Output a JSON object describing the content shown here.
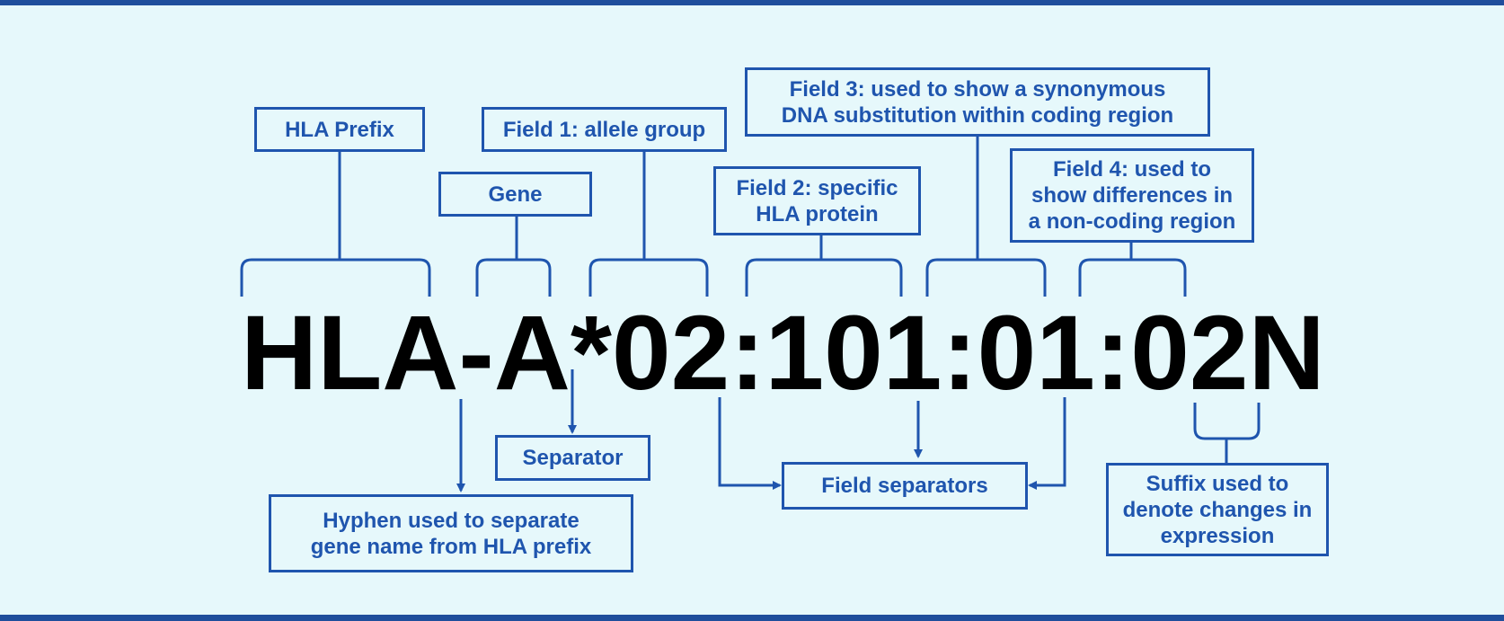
{
  "allele_name": "HLA-A*02:101:01:02N",
  "labels": {
    "hla_prefix": "HLA Prefix",
    "gene": "Gene",
    "field1": "Field 1: allele group",
    "field2": "Field 2: specific\nHLA protein",
    "field3": "Field 3: used to show a synonymous\nDNA substitution within coding region",
    "field4": "Field 4: used to\nshow differences in\na non-coding region",
    "separator": "Separator",
    "hyphen": "Hyphen used to separate\ngene name from HLA prefix",
    "field_separators": "Field separators",
    "suffix": "Suffix used to\ndenote changes in\nexpression"
  },
  "colors": {
    "accent": "#1f55ae",
    "background": "#e6f8fb",
    "rule": "#1f4e9c",
    "text": "#000000"
  }
}
